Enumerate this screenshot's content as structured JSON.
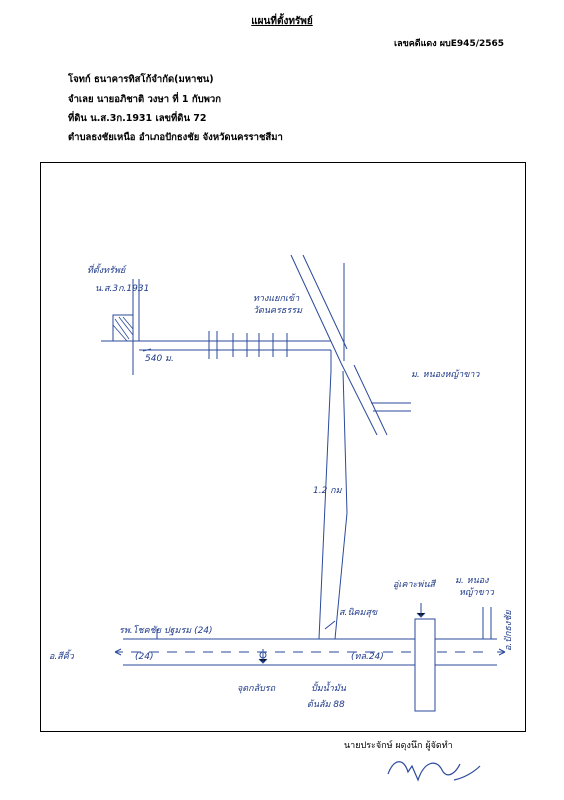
{
  "header": {
    "title": "แผนที่ตั้งทรัพย์",
    "case_number": "เลขคดีแดง ผบE945/2565"
  },
  "info": {
    "plaintiff": "โจทก์ ธนาคารทิสโก้จำกัด(มหาชน)",
    "defendant": "จำเลย นายอภิชาติ วงษา  ที่ 1 กับพวก",
    "land": "ที่ดิน น.ส.3ก.1931 เลขที่ดิน 72",
    "location": "ตำบลธงชัยเหนือ  อำเภอปักธงชัย  จังหวัดนครราชสีมา"
  },
  "map": {
    "property_label": "ที่ตั้งทรัพย์",
    "property_doc": "น.ส.3ก.1931",
    "distance_540": "540 ม.",
    "temple_label_1": "ทางแยกเข้า",
    "temple_label_2": "วัดนครธรรม",
    "village_label": "ม. หนองหญ้าขาว",
    "distance_1_2": "1.2 กม",
    "village_left": "ส.นิคมสุข",
    "hospital": "รพ.โชคชัย ปฐมรม (24)",
    "road_left": "(24)",
    "road_right": "(ทล.24)",
    "to_left": "อ.สีคิ้ว",
    "to_right": "อ.ปักธงชัย",
    "uturn": "จุดกลับรถ",
    "right_village_1": "ม. หนอง",
    "right_village_2": "หญ้าขาว",
    "bus_stop": "อู่เคาะพ่นสี",
    "km_marker_1": "ปั้มน้ำมัน",
    "km_marker_2": "ต้นลัม 88"
  },
  "footer": {
    "signer": "นายประจักษ์ ผดุงนึก ผู้จัดทำ"
  }
}
